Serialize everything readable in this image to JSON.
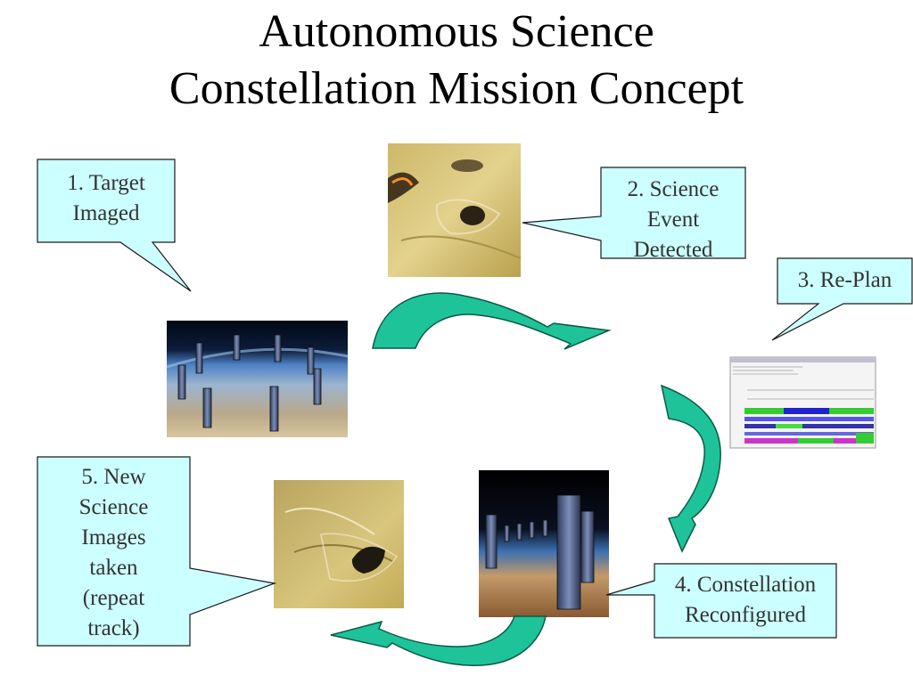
{
  "title": {
    "line1": "Autonomous Science",
    "line2": "Constellation Mission Concept"
  },
  "steps": [
    {
      "lines": [
        "1. Target",
        "Imaged"
      ]
    },
    {
      "lines": [
        "2. Science",
        "Event",
        "Detected"
      ]
    },
    {
      "lines": [
        "3. Re-Plan"
      ]
    },
    {
      "lines": [
        "4. Constellation",
        "Reconfigured"
      ]
    },
    {
      "lines": [
        "5. New",
        "Science",
        "Images",
        "taken",
        "(repeat",
        "track)"
      ]
    }
  ],
  "colors": {
    "callout_fill": "#ccffff",
    "callout_stroke": "#1a1a1a",
    "arrow_fill": "#1ec39a",
    "arrow_stroke": "#0b5a45"
  }
}
